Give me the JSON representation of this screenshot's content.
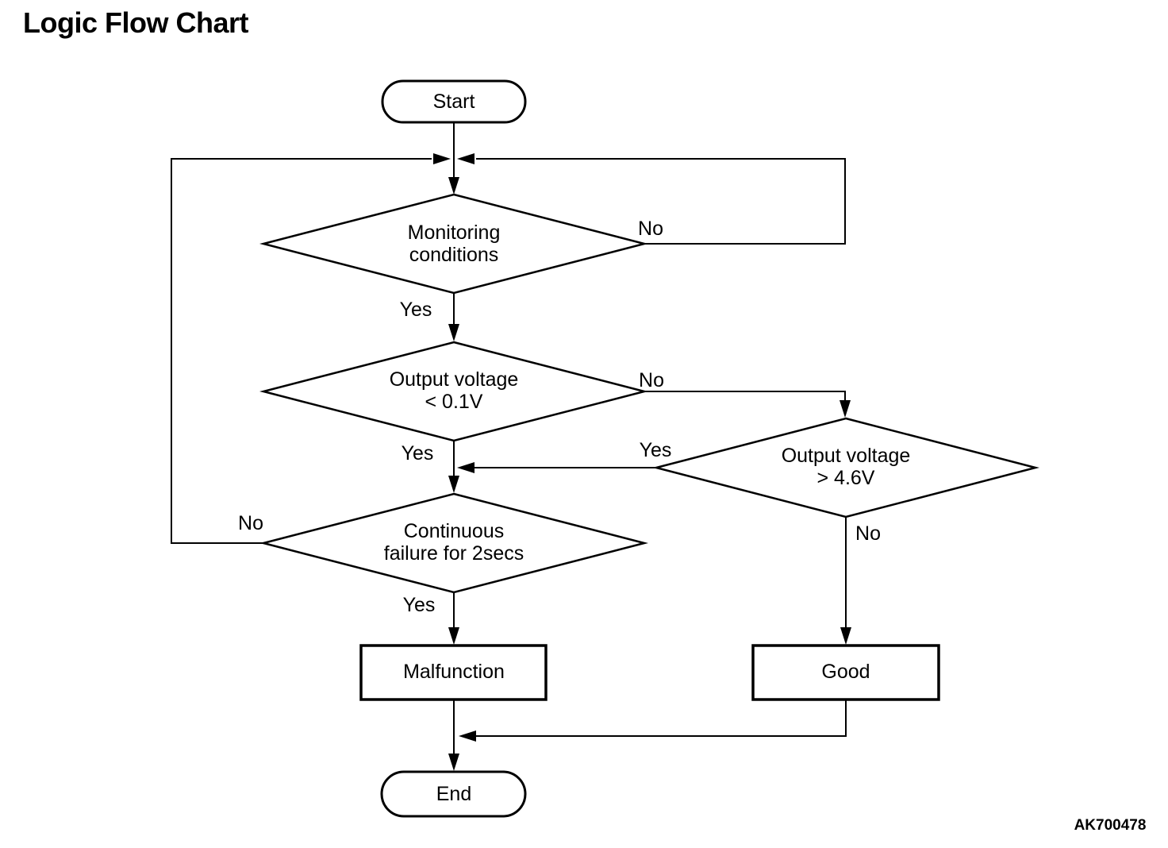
{
  "page": {
    "title": "Logic Flow Chart",
    "figure_code": "AK700478"
  },
  "flowchart": {
    "nodes": {
      "start": {
        "type": "terminator",
        "label": "Start"
      },
      "monitoring": {
        "type": "decision",
        "label": "Monitoring\nconditions"
      },
      "low_voltage": {
        "type": "decision",
        "label": "Output voltage\n< 0.1V"
      },
      "high_voltage": {
        "type": "decision",
        "label": "Output voltage\n> 4.6V"
      },
      "continuous": {
        "type": "decision",
        "label": "Continuous\nfailure for 2secs"
      },
      "malfunction": {
        "type": "process",
        "label": "Malfunction"
      },
      "good": {
        "type": "process",
        "label": "Good"
      },
      "end": {
        "type": "terminator",
        "label": "End"
      }
    },
    "edges": [
      {
        "from": "start",
        "to": "monitoring"
      },
      {
        "from": "monitoring",
        "to": "low_voltage",
        "label": "Yes"
      },
      {
        "from": "monitoring",
        "to": "start_junction",
        "label": "No"
      },
      {
        "from": "low_voltage",
        "to": "continuous",
        "label": "Yes"
      },
      {
        "from": "low_voltage",
        "to": "high_voltage",
        "label": "No"
      },
      {
        "from": "high_voltage",
        "to": "continuous",
        "label": "Yes"
      },
      {
        "from": "high_voltage",
        "to": "good",
        "label": "No"
      },
      {
        "from": "continuous",
        "to": "malfunction",
        "label": "Yes"
      },
      {
        "from": "continuous",
        "to": "start_junction",
        "label": "No"
      },
      {
        "from": "malfunction",
        "to": "end"
      },
      {
        "from": "good",
        "to": "end"
      }
    ],
    "colors": {
      "line": "#000000",
      "fill": "#ffffff"
    }
  }
}
